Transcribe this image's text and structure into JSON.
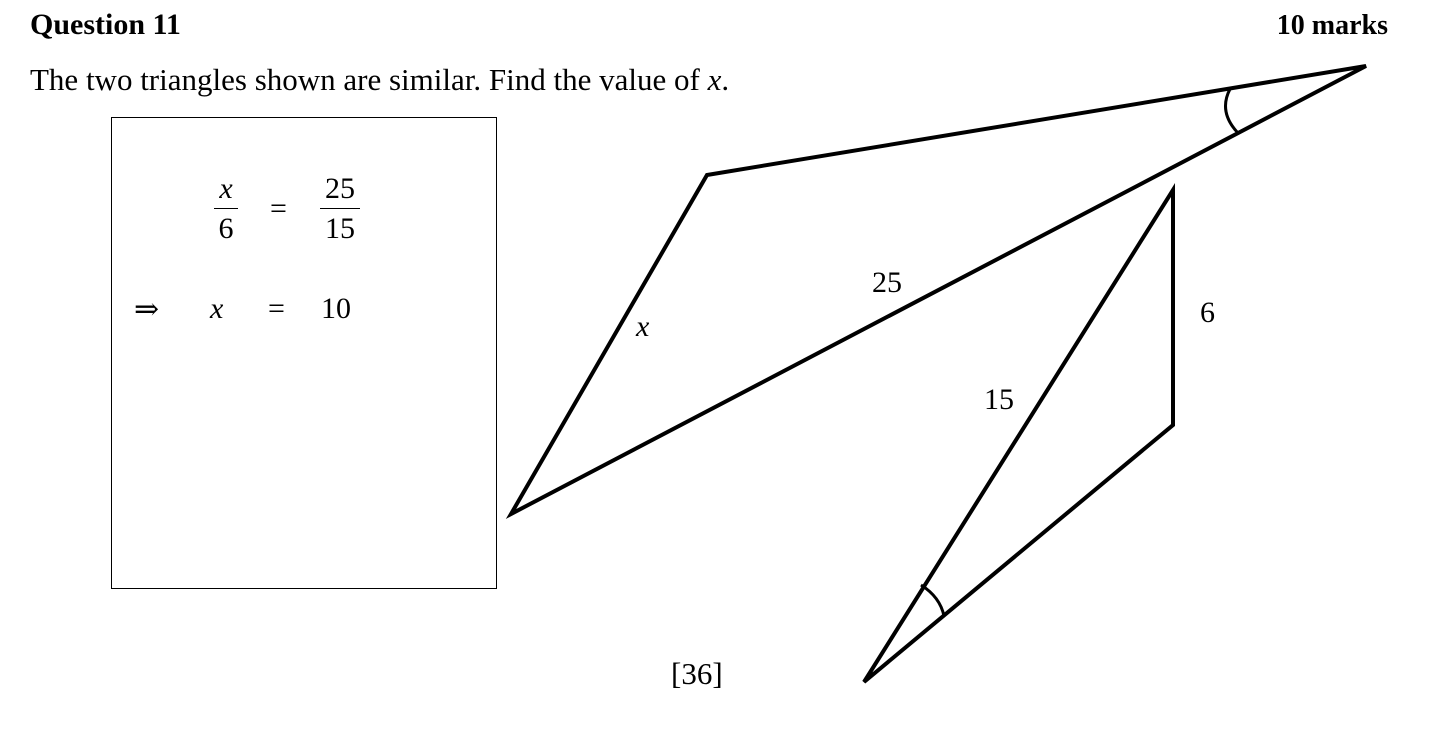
{
  "header": {
    "title": "Question 11",
    "marks": "10 marks"
  },
  "question": {
    "text_before": "The two triangles shown are similar.  Find the value of ",
    "variable": "x",
    "text_after": "."
  },
  "answer": {
    "fraction_left": {
      "numerator": "x",
      "denominator": "6"
    },
    "equals": "=",
    "fraction_right": {
      "numerator": "25",
      "denominator": "15"
    },
    "implies": "⇒",
    "result_variable": "x",
    "result_value": "10"
  },
  "diagram": {
    "label_x": "x",
    "label_25": "25",
    "label_6": "6",
    "label_15": "15"
  },
  "footer": {
    "page": "[36]"
  }
}
